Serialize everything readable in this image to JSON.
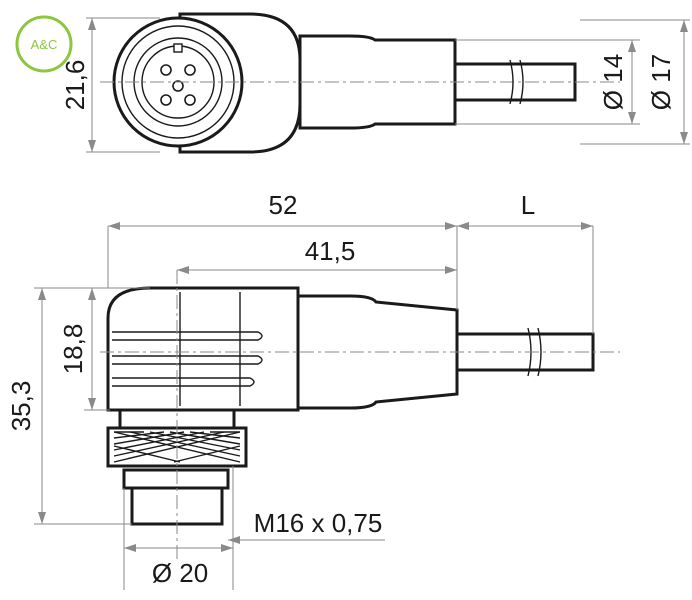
{
  "logo": {
    "text": "A&C",
    "color": "#8dc63f"
  },
  "dimensions": {
    "height_top": "21,6",
    "dia_inner": "Ø 14",
    "dia_outer": "Ø 17",
    "length_total": "52",
    "length_cable": "L",
    "length_body": "41,5",
    "height_body": "18,8",
    "height_total": "35,3",
    "thread": "M16 x 0,75",
    "dia_nut": "Ø 20"
  }
}
